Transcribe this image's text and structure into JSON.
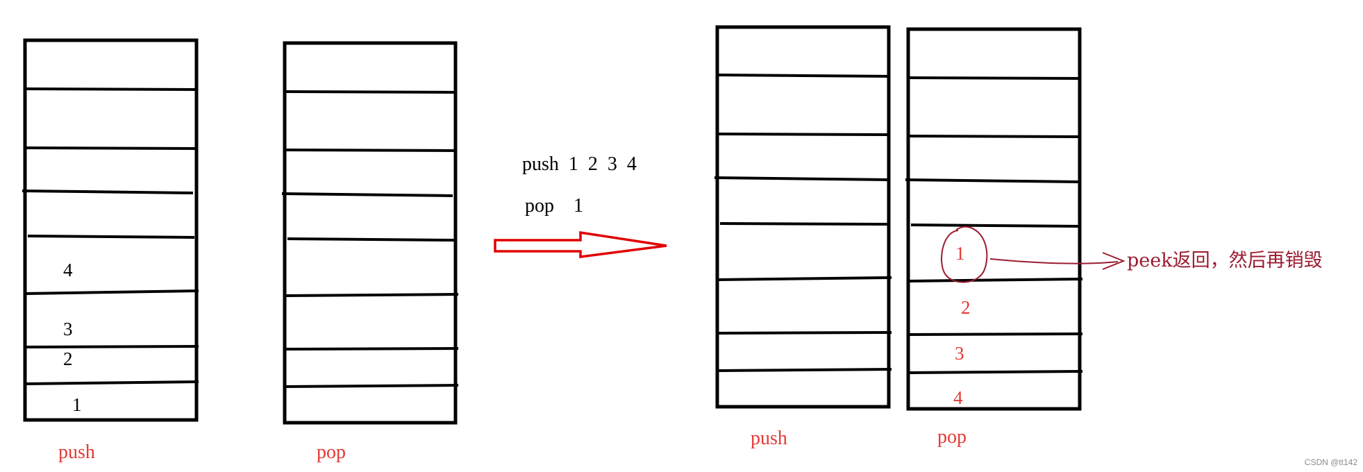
{
  "colors": {
    "ink": "#000000",
    "label_red": "#e53935",
    "note_maroon": "#9b1b30",
    "arrow_red": "#e00000",
    "watermark": "#8a8a8a"
  },
  "before": {
    "push_stack": {
      "label": "push",
      "values": [
        "4",
        "3",
        "2",
        "1"
      ]
    },
    "pop_stack": {
      "label": "pop",
      "values": []
    }
  },
  "commands": {
    "line1": "push  1  2  3  4",
    "line2": "pop    1"
  },
  "after": {
    "push_stack": {
      "label": "push",
      "values": []
    },
    "pop_stack": {
      "label": "pop",
      "values": [
        "1",
        "2",
        "3",
        "4"
      ]
    }
  },
  "annotation": {
    "text": "peek返回，然后再销毁"
  },
  "watermark": "CSDN @tt142"
}
